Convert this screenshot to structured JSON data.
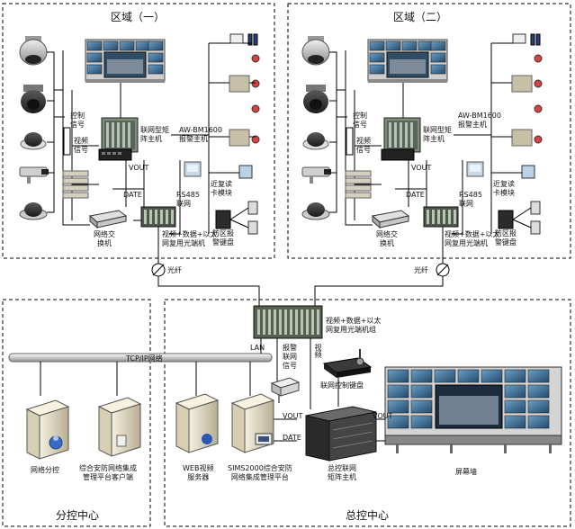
{
  "zones": {
    "zone1_title": "区域（一）",
    "zone2_title": "区域（二）",
    "branch_title": "分控中心",
    "main_title": "总控中心"
  },
  "zone_labels": {
    "control_signal": "控制\n信号",
    "video_signal": "视频\n信号",
    "matrix_host": "联网型矩\n阵主机",
    "alarm_host": "AW-BM1600\n报警主机",
    "vout": "VOUT",
    "date": "DATE",
    "rs485": "RS485\n联网",
    "network_switch": "网络交\n换机",
    "optical_mux": "视频+数据+以太\n网复用光端机",
    "card_module": "近复读\n卡模块",
    "zone_keypad": "防区报\n警键盘"
  },
  "link_labels": {
    "fiber": "光纤",
    "tcp_ip": "TCP/IP网络",
    "lan": "LAN",
    "alarm_signal": "报警\n联网\n信号",
    "video_feed": "视频",
    "main_optical": "视频+数据+以太\n网复用光端机组",
    "keyboard": "联网控制键盘",
    "vout": "VOUT",
    "date": "DATE"
  },
  "branch_nodes": {
    "net_client": "网络分控",
    "mgmt_client": "综合安防网络集成\n管理平台客户端"
  },
  "main_nodes": {
    "web_server": "WEB视频\n服务器",
    "sims_platform": "SIMS2000综合安防\n网络集成管理平台",
    "matrix_main": "总控联网\n矩阵主机",
    "video_wall": "屏幕墙"
  }
}
